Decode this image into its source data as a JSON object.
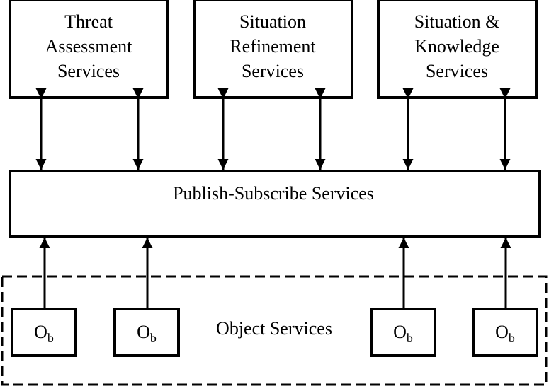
{
  "services": [
    {
      "lines": [
        "Threat",
        "Assessment",
        "Services"
      ]
    },
    {
      "lines": [
        "Situation",
        "Refinement",
        "Services"
      ]
    },
    {
      "lines": [
        "Situation &",
        "Knowledge",
        "Services"
      ]
    }
  ],
  "bus": {
    "label": "Publish-Subscribe Services"
  },
  "object_group": {
    "label": "Object Services",
    "objects": [
      {
        "main": "O",
        "sub": "b"
      },
      {
        "main": "O",
        "sub": "b"
      },
      {
        "main": "O",
        "sub": "b"
      },
      {
        "main": "O",
        "sub": "b"
      }
    ]
  },
  "colors": {
    "stroke": "#000000",
    "background": "#ffffff"
  }
}
